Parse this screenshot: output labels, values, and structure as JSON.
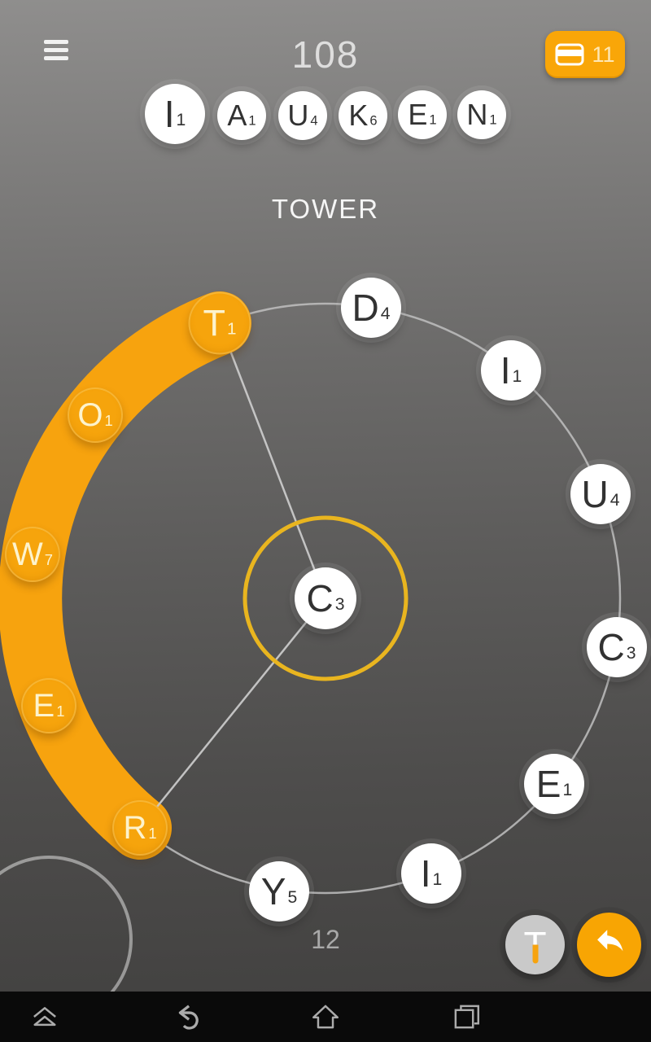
{
  "header": {
    "score": "108",
    "cards_button": {
      "icon": "card-icon",
      "count": "11"
    }
  },
  "rack": {
    "tiles": [
      {
        "letter": "I",
        "value": "1"
      },
      {
        "letter": "A",
        "value": "1"
      },
      {
        "letter": "U",
        "value": "4"
      },
      {
        "letter": "K",
        "value": "6"
      },
      {
        "letter": "E",
        "value": "1"
      },
      {
        "letter": "N",
        "value": "1"
      }
    ]
  },
  "current_word": "TOWER",
  "wheel": {
    "center_tile": {
      "letter": "C",
      "value": "3"
    },
    "tiles": [
      {
        "letter": "D",
        "value": "4",
        "selected": false
      },
      {
        "letter": "I",
        "value": "1",
        "selected": false
      },
      {
        "letter": "U",
        "value": "4",
        "selected": false
      },
      {
        "letter": "C",
        "value": "3",
        "selected": false
      },
      {
        "letter": "E",
        "value": "1",
        "selected": false
      },
      {
        "letter": "I",
        "value": "1",
        "selected": false
      },
      {
        "letter": "Y",
        "value": "5",
        "selected": false
      },
      {
        "letter": "R",
        "value": "1",
        "selected": true
      },
      {
        "letter": "E",
        "value": "1",
        "selected": true
      },
      {
        "letter": "W",
        "value": "7",
        "selected": true
      },
      {
        "letter": "O",
        "value": "1",
        "selected": true
      },
      {
        "letter": "T",
        "value": "1",
        "selected": true
      }
    ]
  },
  "footer": {
    "word_count": "12",
    "hint_letter": "T"
  },
  "nav": {
    "items": [
      "collapse",
      "back",
      "home",
      "recents"
    ]
  },
  "colors": {
    "accent_orange": "#F7A40A",
    "gold_ring": "#E9B51F",
    "tile_white": "#FFFFFF",
    "nav_bar_black": "#0A0A0A"
  }
}
